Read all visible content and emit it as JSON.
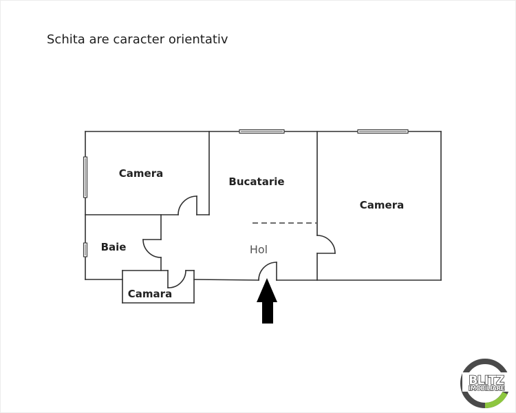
{
  "header": {
    "title": "Schita are caracter orientativ"
  },
  "floorplan": {
    "rooms": [
      {
        "id": "camera-left",
        "label": "Camera"
      },
      {
        "id": "bucatarie",
        "label": "Bucatarie"
      },
      {
        "id": "camera-right",
        "label": "Camera"
      },
      {
        "id": "baie",
        "label": "Baie"
      },
      {
        "id": "hol",
        "label": "Hol"
      },
      {
        "id": "camara",
        "label": "Camara"
      }
    ],
    "entrance_marker": "arrow-up-icon",
    "colors": {
      "wall": "#2e2e2e",
      "label": "#222222",
      "hol_label": "#555555",
      "arrow": "#000000"
    }
  },
  "logo": {
    "brand": "BLITZ",
    "subtitle": "IMOBILIARE",
    "colors": {
      "ring": "#4a4a4a",
      "accent": "#8dc63f"
    }
  }
}
